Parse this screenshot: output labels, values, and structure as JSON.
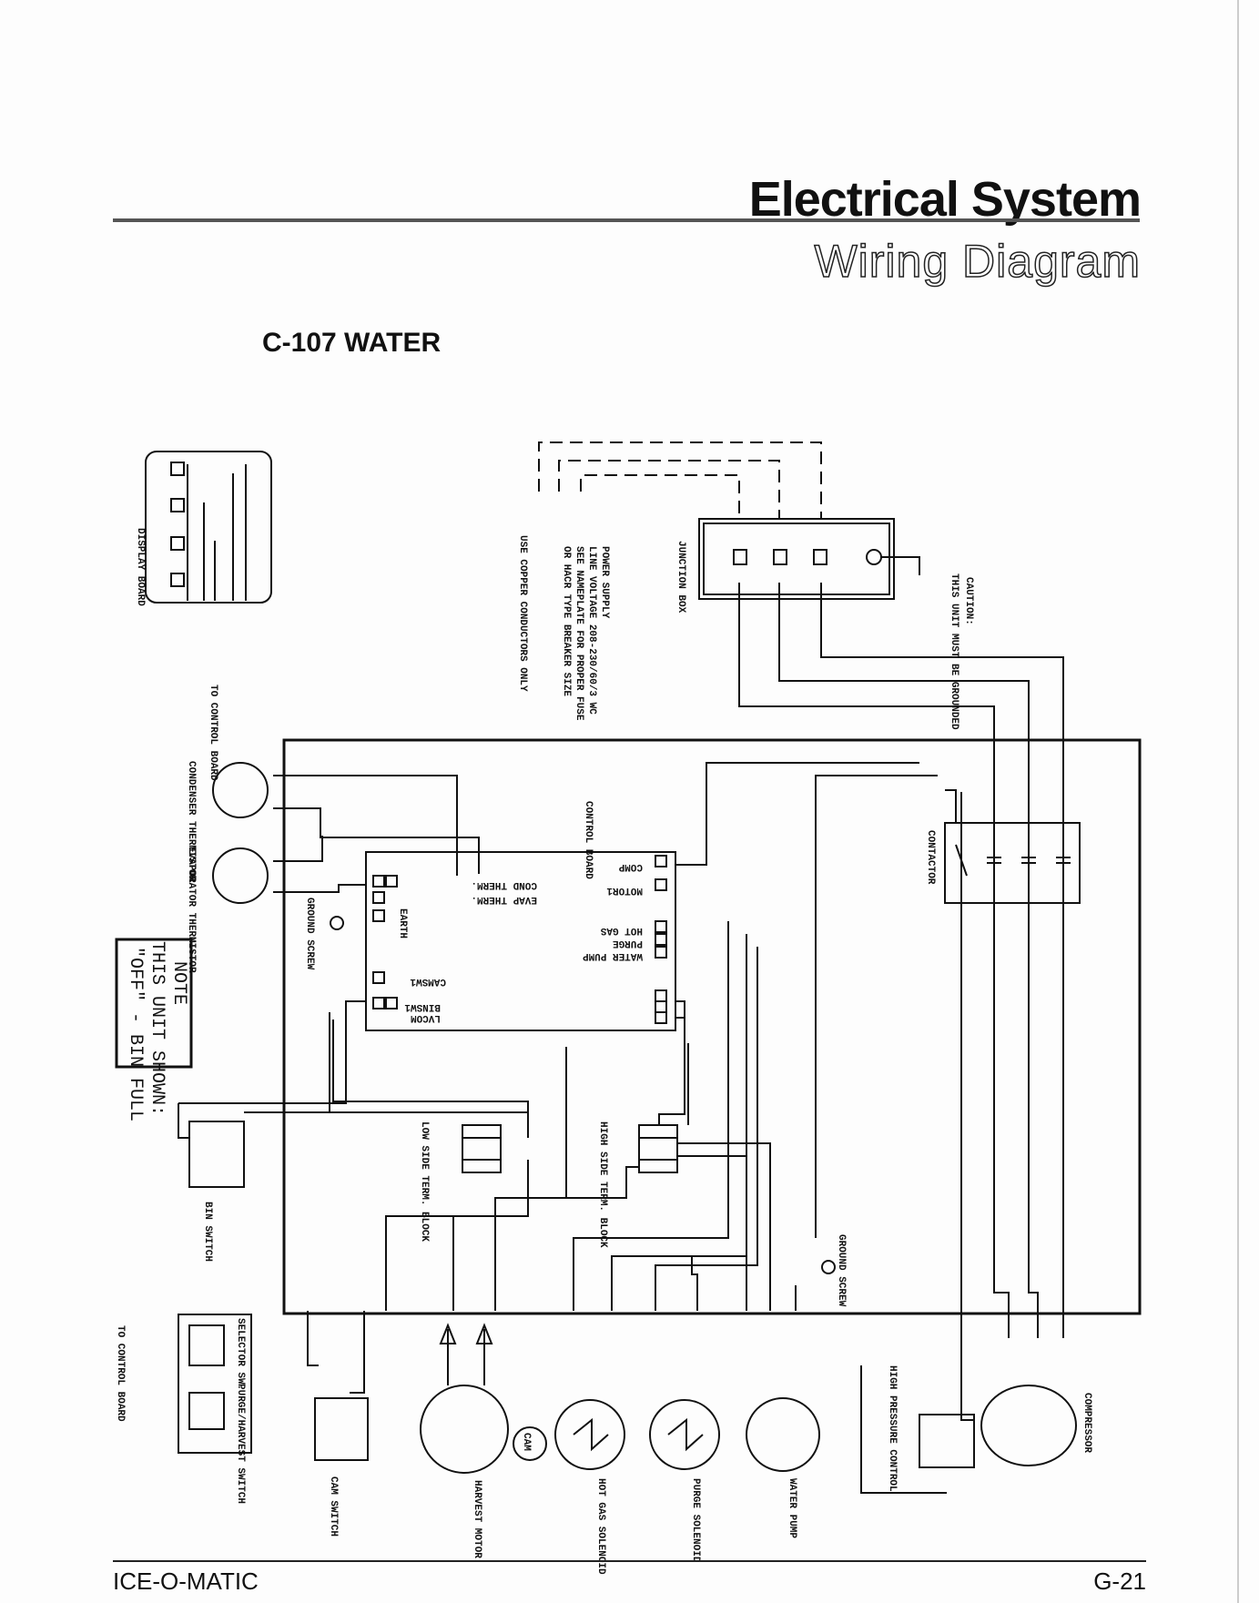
{
  "header": {
    "title": "Electrical System",
    "subtitle": "Wiring Diagram"
  },
  "diagram": {
    "title": "C-107 WATER",
    "labels": {
      "display_board": "DISPLAY BOARD",
      "to_control_board_top": "TO CONTROL BOARD",
      "power_supply": "POWER SUPPLY",
      "line_voltage": "LINE VOLTAGE 208-230/60/3 WC",
      "see_nameplate": "SEE NAMEPLATE FOR PROPER FUSE",
      "breaker": "OR HACR TYPE BREAKER SIZE",
      "copper_only": "USE COPPER CONDUCTORS ONLY",
      "junction_box": "JUNCTION BOX",
      "caution": "CAUTION:",
      "must_be_grounded": "THIS UNIT MUST BE GROUNDED",
      "condenser_thermistor": "CONDENSER THERMISTOR",
      "evaporator_thermistor": "EVAPORATOR THERMISTOR",
      "control_board": "CONTROL BOARD",
      "contactor": "CONTACTOR",
      "comp": "COMP",
      "motor1": "MOTOR1",
      "hot_gas": "HOT GAS",
      "purge": "PURGE",
      "water_pump": "WATER PUMP",
      "cond_therm": "COND THERM.",
      "evap_therm": "EVAP THERM.",
      "earth": "EARTH",
      "camsw1": "CAMSW1",
      "binsw1": "BINSW1",
      "lvcom": "LVCOM",
      "ground_screw": "GROUND SCREW",
      "low_side_term_block": "LOW SIDE TERM. BLOCK",
      "high_side_term_block": "HIGH SIDE TERM. BLOCK",
      "bin_switch": "BIN SWITCH",
      "selector_sw": "SELECTOR SW.",
      "purge_harvest_switch": "PURGE/HARVEST SWITCH",
      "to_control_board_bottom": "TO CONTROL BOARD",
      "cam_switch": "CAM SWITCH",
      "harvest_motor": "HARVEST MOTOR",
      "cam": "CAM",
      "hot_gas_solenoid": "HOT GAS SOLENOID",
      "purge_solenoid": "PURGE SOLENOID",
      "water_pump_motor": "WATER PUMP",
      "high_pressure_control": "HIGH PRESSURE CONTROL",
      "compressor": "COMPRESSOR",
      "ground_screw_bottom": "GROUND SCREW"
    },
    "note": {
      "line1": "NOTE",
      "line2": "THIS UNIT SHOWN:",
      "line3": "\"OFF\" - BIN FULL"
    }
  },
  "footer": {
    "brand": "ICE-O-MATIC",
    "page": "G-21"
  }
}
